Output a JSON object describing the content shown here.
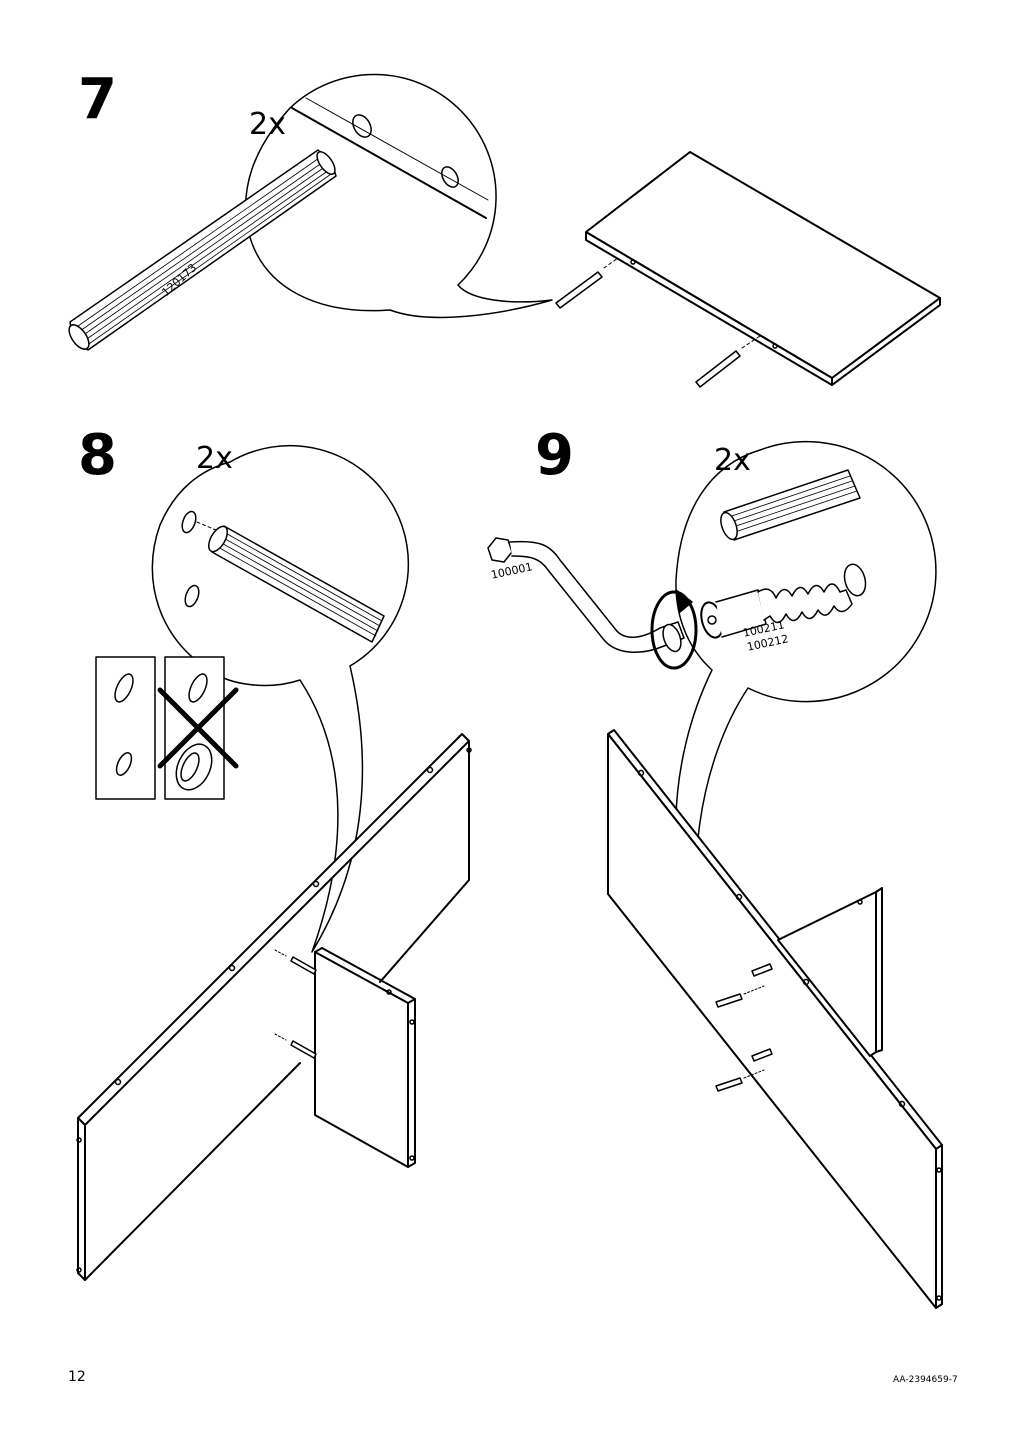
{
  "steps": [
    {
      "number": "7",
      "quantity": "2x",
      "parts": [
        "120173"
      ]
    },
    {
      "number": "8",
      "quantity": "2x",
      "parts": []
    },
    {
      "number": "9",
      "quantity": "2x",
      "parts": [
        "100001",
        "100211",
        "100212"
      ]
    }
  ],
  "footer": {
    "page_number": "12",
    "document_code": "AA-2394659-7"
  }
}
